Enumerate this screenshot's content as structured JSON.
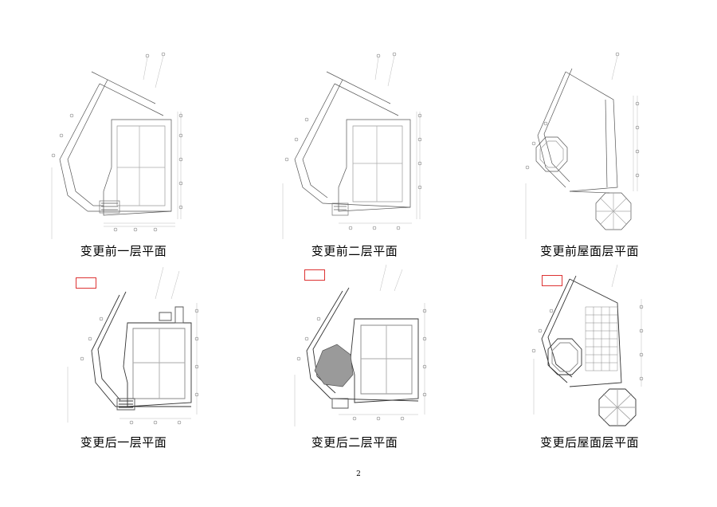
{
  "panels": [
    {
      "caption": "变更前一层平面"
    },
    {
      "caption": "变更前二层平面"
    },
    {
      "caption": "变更前屋面层平面"
    },
    {
      "caption": "变更后一层平面"
    },
    {
      "caption": "变更后二层平面"
    },
    {
      "caption": "变更后屋面层平面"
    }
  ],
  "page_number": "2",
  "colors": {
    "line": "#444444",
    "stamp": "#dd3333",
    "hatch": "#9a9a9a"
  }
}
